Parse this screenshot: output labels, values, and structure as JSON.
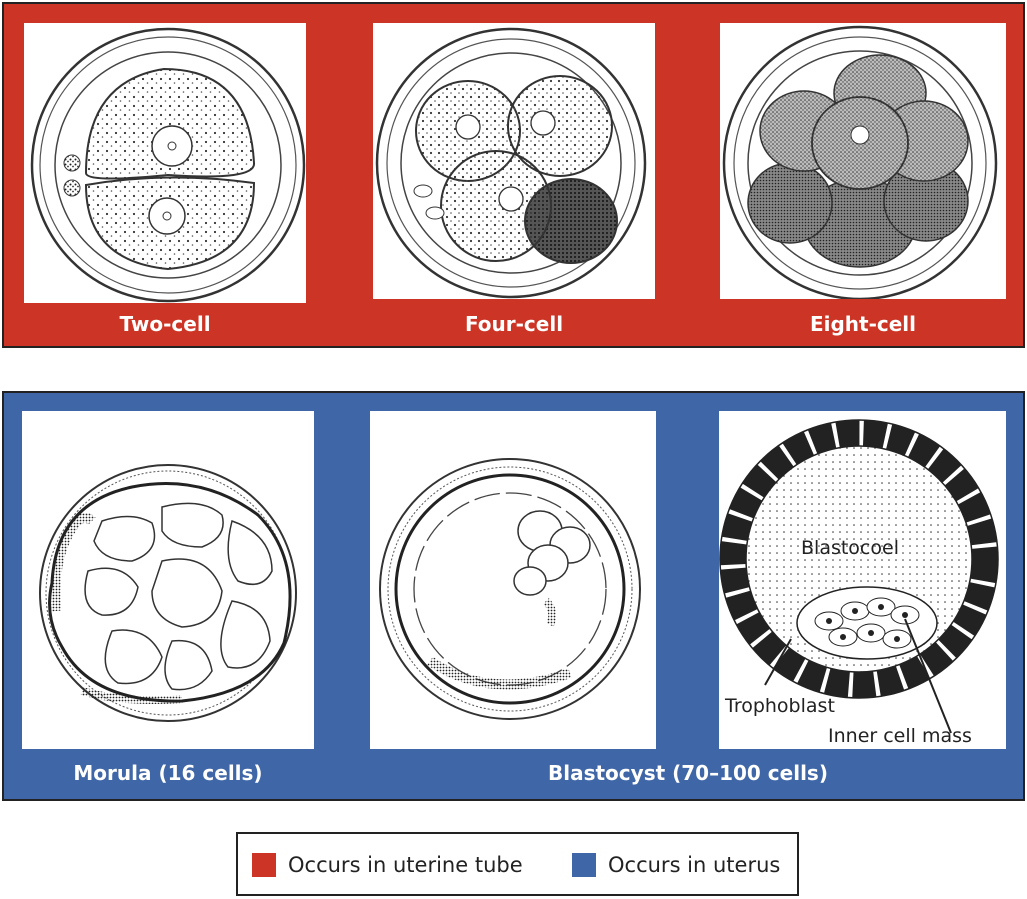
{
  "colors": {
    "uterine_tube": "#cc3526",
    "uterus": "#3f66a6",
    "border": "#222222",
    "ink": "#222222"
  },
  "top_row": {
    "stages": [
      {
        "label": "Two-cell",
        "icon": "two-cell-embryo-drawing"
      },
      {
        "label": "Four-cell",
        "icon": "four-cell-embryo-drawing"
      },
      {
        "label": "Eight-cell",
        "icon": "eight-cell-embryo-drawing"
      }
    ]
  },
  "bottom_row": {
    "morula_label": "Morula (16 cells)",
    "blastocyst_label": "Blastocyst (70–100 cells)",
    "annotations": {
      "blastocoel": "Blastocoel",
      "trophoblast": "Trophoblast",
      "inner_cell_mass": "Inner cell mass"
    }
  },
  "legend": {
    "items": [
      {
        "label": "Occurs in uterine tube",
        "color": "#cc3526"
      },
      {
        "label": "Occurs in uterus",
        "color": "#3f66a6"
      }
    ]
  }
}
